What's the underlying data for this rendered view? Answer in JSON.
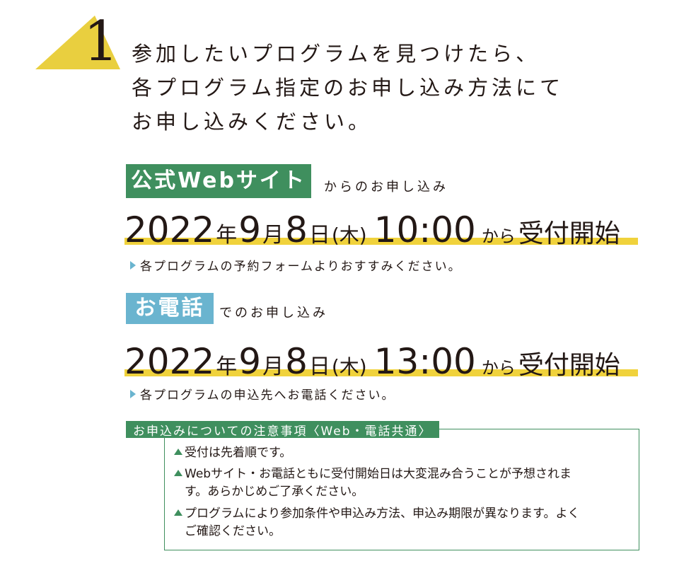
{
  "step": {
    "number": "1",
    "intro_lines": [
      "参加したいプログラムを見つけたら、",
      "各プログラム指定のお申し込み方法にて",
      "お申し込みください。"
    ]
  },
  "web": {
    "tag": "公式Webサイト",
    "suffix": "からのお申し込み",
    "year": "2022",
    "year_unit": "年",
    "month": "9",
    "month_unit": "月",
    "day": "8",
    "day_unit": "日",
    "weekday": "(木)",
    "time": "10:00",
    "from": "から",
    "start": "受付開始",
    "note": "各プログラムの予約フォームよりおすすみください。"
  },
  "tel": {
    "tag": "お電話",
    "suffix": "でのお申し込み",
    "year": "2022",
    "year_unit": "年",
    "month": "9",
    "month_unit": "月",
    "day": "8",
    "day_unit": "日",
    "weekday": "(木)",
    "time": "13:00",
    "from": "から",
    "start": "受付開始",
    "note": "各プログラムの申込先へお電話ください。"
  },
  "cautions": {
    "title": "お申込みについての注意事項〈Web・電話共通〉",
    "items": [
      {
        "line1": "受付は先着順です。",
        "line2": ""
      },
      {
        "line1": "Webサイト・お電話ともに受付開始日は大変混み合うことが予想されま",
        "line2": "す。あらかじめご了承ください。"
      },
      {
        "line1": "プログラムにより参加条件や申込み方法、申込み期限が異なります。よく",
        "line2": "ご確認ください。"
      }
    ]
  },
  "colors": {
    "triangle": "#e9cf3f",
    "green": "#3f8f5e",
    "blue": "#6ab4cf",
    "highlight": "#f0d23c"
  }
}
